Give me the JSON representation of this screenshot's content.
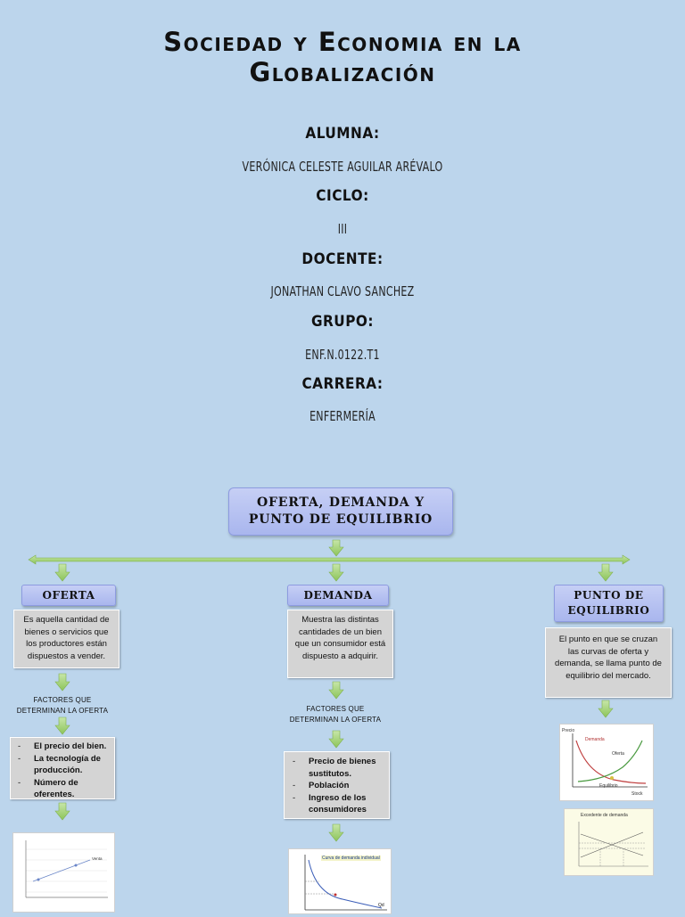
{
  "title": {
    "line1": "Sociedad y Economia en la",
    "line2": "Globalización"
  },
  "info": [
    {
      "label": "ALUMNA:",
      "value": "VERÓNICA CELESTE AGUILAR ARÉVALO"
    },
    {
      "label": "CICLO:",
      "value": "III"
    },
    {
      "label": "DOCENTE:",
      "value": "JONATHAN CLAVO SANCHEZ"
    },
    {
      "label": "GRUPO:",
      "value": "ENF.N.0122.T1"
    },
    {
      "label": "CARRERA:",
      "value": "ENFERMERÍA"
    }
  ],
  "diagram": {
    "root": {
      "line1": "OFERTA, DEMANDA Y",
      "line2": "PUNTO DE EQUILIBRIO"
    },
    "oferta": {
      "title": "OFERTA",
      "definition": "Es aquella cantidad de bienes o servicios que los productores están dispuestos a vender.",
      "factors_title_1": "FACTORES QUE",
      "factors_title_2": "DETERMINAN LA OFERTA",
      "factors": [
        "El precio del bien.",
        "La tecnología de producción.",
        "Número de oferentes."
      ],
      "chart_label": "Venta"
    },
    "demanda": {
      "title": "DEMANDA",
      "definition": "Muestra las distintas cantidades de un bien que un consumidor está dispuesto a adquirir.",
      "factors_title_1": "FACTORES QUE",
      "factors_title_2": "DETERMINAN LA OFERTA",
      "factors": [
        "Precio de bienes sustitutos.",
        "Población",
        "Ingreso de los consumidores"
      ],
      "chart_title": "Curva de demanda individual",
      "chart_axis": "Qd"
    },
    "equilibrio": {
      "title_line1": "PUNTO DE",
      "title_line2": "EQUILIBRIO",
      "definition": "El punto en que se cruzan las curvas de oferta y demanda, se llama punto de equilibrio del mercado.",
      "chart1": {
        "y": "Precio",
        "demanda": "Demanda",
        "oferta": "Oferta",
        "equilibrio": "Equilibrio",
        "x": "Stock"
      },
      "chart2": {
        "title": "Excedente de demanda"
      }
    }
  },
  "colors": {
    "background": "#bcd5ec",
    "node": "#b4c0f0",
    "arrow": "#9fd070",
    "box": "#d4d4d4"
  }
}
